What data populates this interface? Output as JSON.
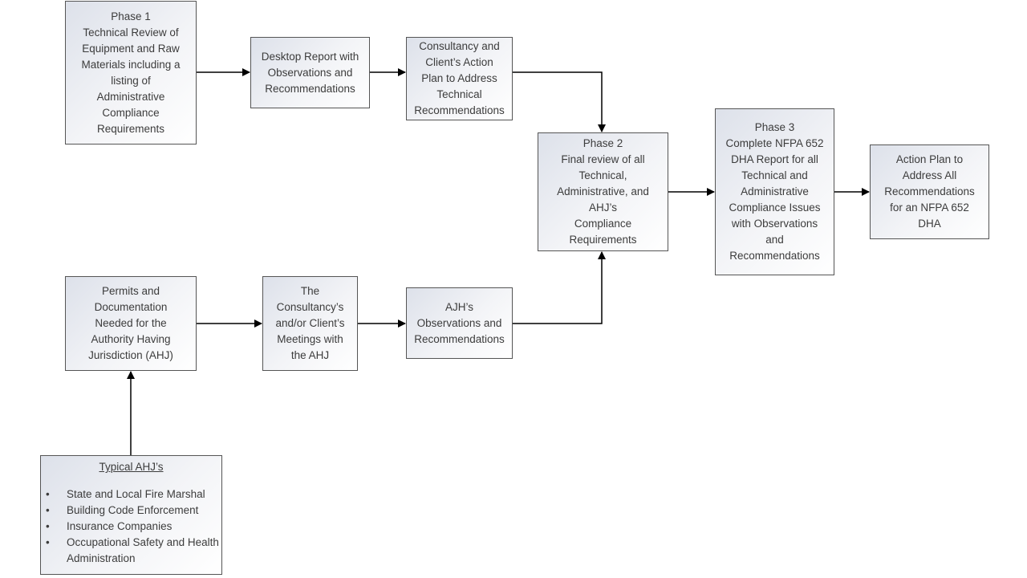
{
  "boxes": {
    "phase1": [
      "Phase 1",
      "Technical Review of",
      "Equipment and Raw",
      "Materials including a",
      "listing of",
      "Administrative",
      "Compliance",
      "Requirements"
    ],
    "desktop": [
      "Desktop Report with",
      "Observations and",
      "Recommendations"
    ],
    "action": [
      "Consultancy and",
      "Client’s Action",
      "Plan to Address",
      "Technical",
      "Recommendations"
    ],
    "phase2": [
      "Phase 2",
      "Final review of all",
      "Technical,",
      "Administrative, and",
      "AHJ’s",
      "Compliance",
      "Requirements"
    ],
    "phase3": [
      "Phase 3",
      "Complete NFPA 652",
      "DHA Report for all",
      "Technical and",
      "Administrative",
      "Compliance Issues",
      "with Observations",
      "and",
      "Recommendations"
    ],
    "final": [
      "Action Plan to",
      "Address All",
      "Recommendations",
      "for an  NFPA 652",
      "DHA"
    ],
    "permits": [
      "Permits and",
      "Documentation",
      "Needed for the",
      "Authority Having",
      "Jurisdiction (AHJ)"
    ],
    "meetings": [
      "The",
      "Consultancy’s",
      "and/or Client’s",
      "Meetings with",
      "the AHJ"
    ],
    "ajh": [
      "AJH’s",
      "Observations and",
      "Recommendations"
    ]
  },
  "typical": {
    "title": "Typical AHJ’s",
    "bullet": "•",
    "items": [
      "State and Local Fire Marshal",
      "Building Code Enforcement",
      "Insurance Companies",
      "Occupational Safety and Health Administration"
    ]
  },
  "colors": {
    "line": "#000000",
    "border": "#555555",
    "text": "#3c3c3c"
  }
}
